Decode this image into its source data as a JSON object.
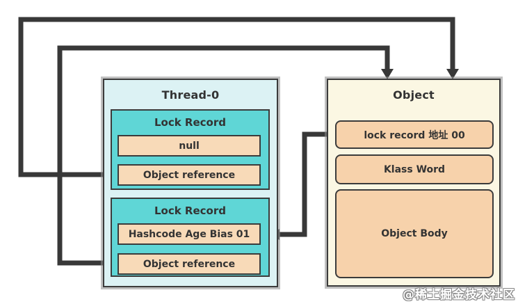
{
  "diagram": {
    "thread": {
      "title": "Thread-0",
      "lock_records": [
        {
          "title": "Lock Record",
          "slots": [
            "null",
            "Object reference"
          ]
        },
        {
          "title": "Lock Record",
          "slots": [
            "Hashcode Age Bias 01",
            "Object reference"
          ]
        }
      ]
    },
    "object": {
      "title": "Object",
      "slots": [
        "lock record 地址 00",
        "Klass Word",
        "Object Body"
      ]
    },
    "colors": {
      "thread_fill": "#dcf2f4",
      "lock_record_fill": "#5fd6d6",
      "thread_slot_fill": "#f8dab8",
      "object_fill": "#fbf7e3",
      "object_slot_fill": "#f7d2ab",
      "border": "#3b3b3b",
      "arrow": "#383838",
      "text": "#333333"
    }
  },
  "watermark": "@稀土掘金技术社区"
}
